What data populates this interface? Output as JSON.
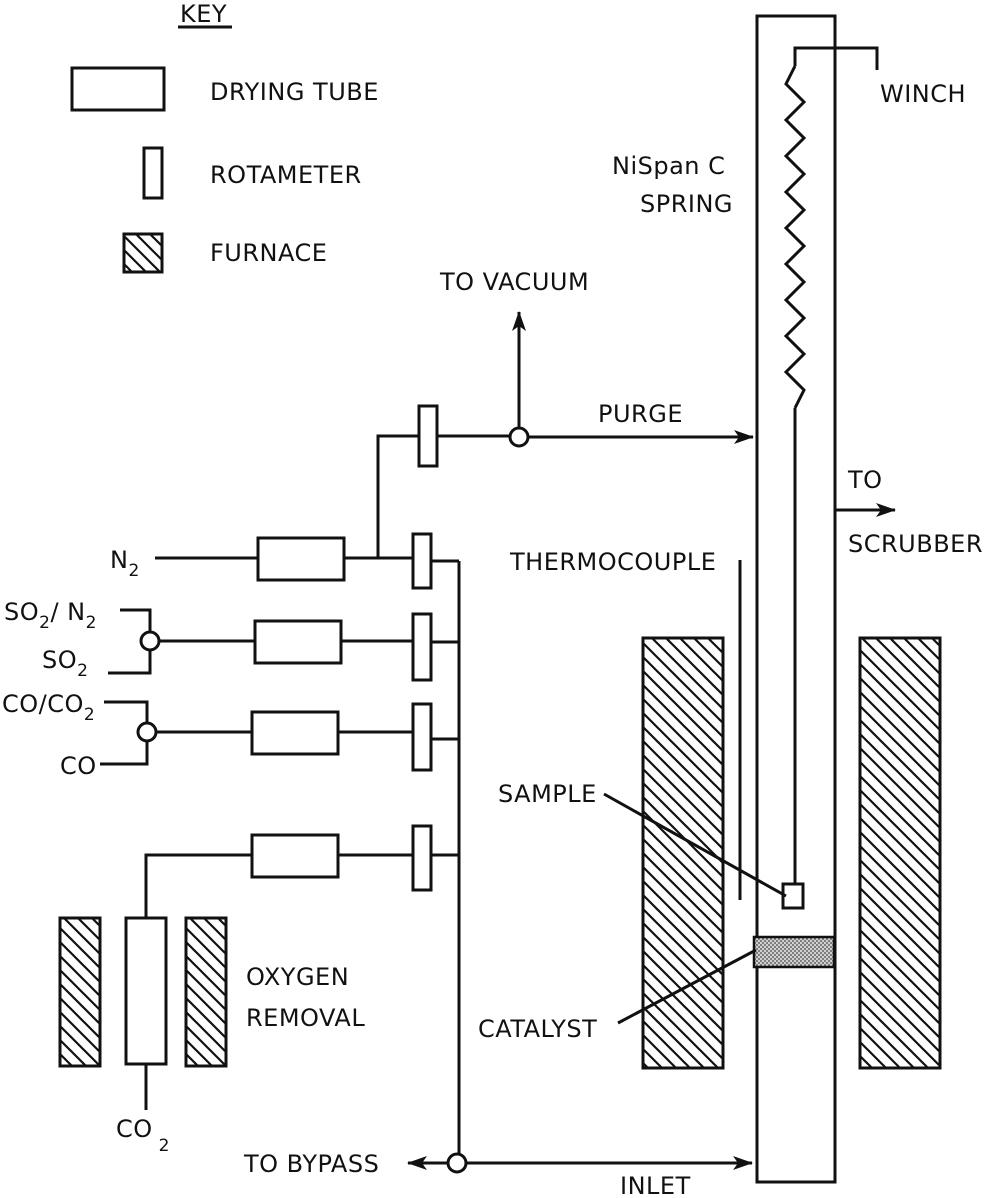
{
  "key": {
    "title": "KEY",
    "drying_tube": "DRYING TUBE",
    "rotameter": "ROTAMETER",
    "furnace": "FURNACE"
  },
  "labels": {
    "winch": "WINCH",
    "spring_line1": "NiSpan C",
    "spring_line2": "SPRING",
    "to_vacuum": "TO VACUUM",
    "purge": "PURGE",
    "to": "TO",
    "scrubber": "SCRUBBER",
    "thermocouple": "THERMOCOUPLE",
    "sample": "SAMPLE",
    "catalyst": "CATALYST",
    "oxygen_line1": "OXYGEN",
    "oxygen_line2": "REMOVAL",
    "to_bypass": "TO BYPASS",
    "inlet": "INLET"
  },
  "gases": {
    "n2": {
      "base": "N",
      "sub": "2"
    },
    "so2_n2": {
      "a": "SO",
      "a_sub": "2",
      "b": "/ N",
      "b_sub": "2"
    },
    "so2": {
      "base": "SO",
      "sub": "2"
    },
    "co_co2": {
      "a": "CO/CO",
      "a_sub": "2"
    },
    "co": "CO",
    "co2": {
      "base": "CO",
      "sub": "2"
    }
  },
  "colors": {
    "ink": "#111111",
    "catalyst_fill": "#bdbdbd",
    "background": "#ffffff"
  }
}
